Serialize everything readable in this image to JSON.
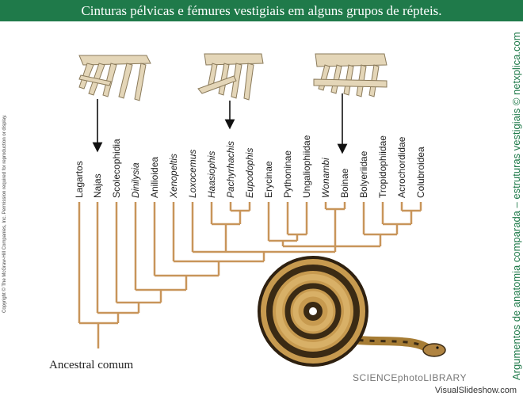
{
  "header": {
    "title": "Cinturas pélvicas e fémures vestigiais em alguns grupos de répteis."
  },
  "taxa": [
    {
      "label": "Lagartos",
      "italic": false
    },
    {
      "label": "Najas",
      "italic": false
    },
    {
      "label": "Scolecophidia",
      "italic": false
    },
    {
      "label": "Dinilysia",
      "italic": true
    },
    {
      "label": "Anilioidea",
      "italic": false
    },
    {
      "label": "Xenopeltis",
      "italic": true
    },
    {
      "label": "Loxocemus",
      "italic": true
    },
    {
      "label": "Haasiophis",
      "italic": true
    },
    {
      "label": "Pachyrhachis",
      "italic": true
    },
    {
      "label": "Eupodophis",
      "italic": true
    },
    {
      "label": "Erycinae",
      "italic": false
    },
    {
      "label": "Pythoninae",
      "italic": false
    },
    {
      "label": "Ungaliophiidae",
      "italic": false
    },
    {
      "label": "Wonambi",
      "italic": true
    },
    {
      "label": "Boinae",
      "italic": false
    },
    {
      "label": "Bolyeriidae",
      "italic": false
    },
    {
      "label": "Tropidophiidae",
      "italic": false
    },
    {
      "label": "Acrochordidae",
      "italic": false
    },
    {
      "label": "Colubroidea",
      "italic": false
    }
  ],
  "root_label": "Ancestral comum",
  "copyright": "Copyright © The McGraw-Hill Companies, Inc. Permission required for reproduction or display.",
  "side_caption": "Argumentos de anatomia comparada – estruturas vestigiais © netxplica.com",
  "watermark": "SCIENCEphotoLIBRARY",
  "footer": "VisualSlideshow.com",
  "colors": {
    "tree": "#c8955a",
    "title_bg": "#1f7a4a",
    "bone": "#e4d6b8"
  }
}
